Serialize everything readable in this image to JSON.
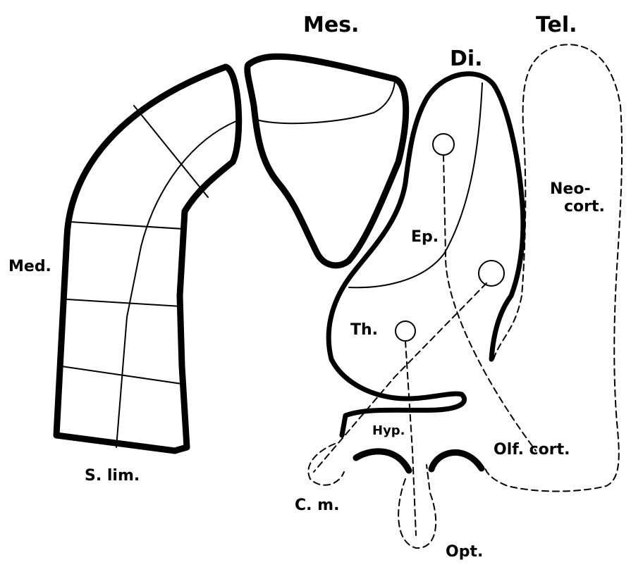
{
  "labels": {
    "mes": "Mes.",
    "tel": "Tel.",
    "di": "Di.",
    "neo_line1": "Neo-",
    "neo_line2": "cort.",
    "med": "Med.",
    "ep": "Ep.",
    "th": "Th.",
    "hyp": "Hyp.",
    "olf": "Olf. cort.",
    "slim": "S. lim.",
    "cm": "C. m.",
    "opt": "Opt."
  }
}
